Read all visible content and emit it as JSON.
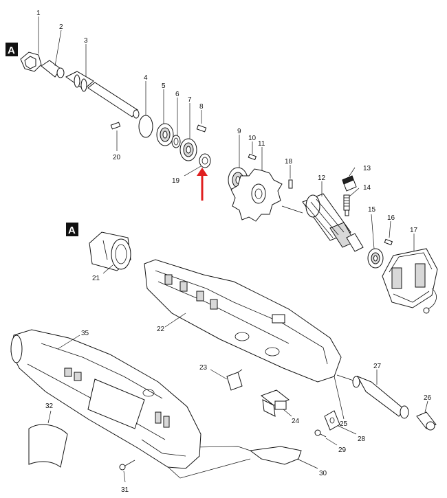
{
  "diagram": {
    "reference_marker": "A",
    "callouts": [
      "1",
      "2",
      "3",
      "4",
      "5",
      "6",
      "7",
      "8",
      "9",
      "10",
      "11",
      "12",
      "13",
      "14",
      "15",
      "16",
      "17",
      "18",
      "19",
      "20",
      "21",
      "22",
      "23",
      "24",
      "25",
      "26",
      "27",
      "28",
      "29",
      "30",
      "31",
      "32",
      "35"
    ],
    "highlight_color": "#e02020",
    "line_color": "#111111"
  }
}
